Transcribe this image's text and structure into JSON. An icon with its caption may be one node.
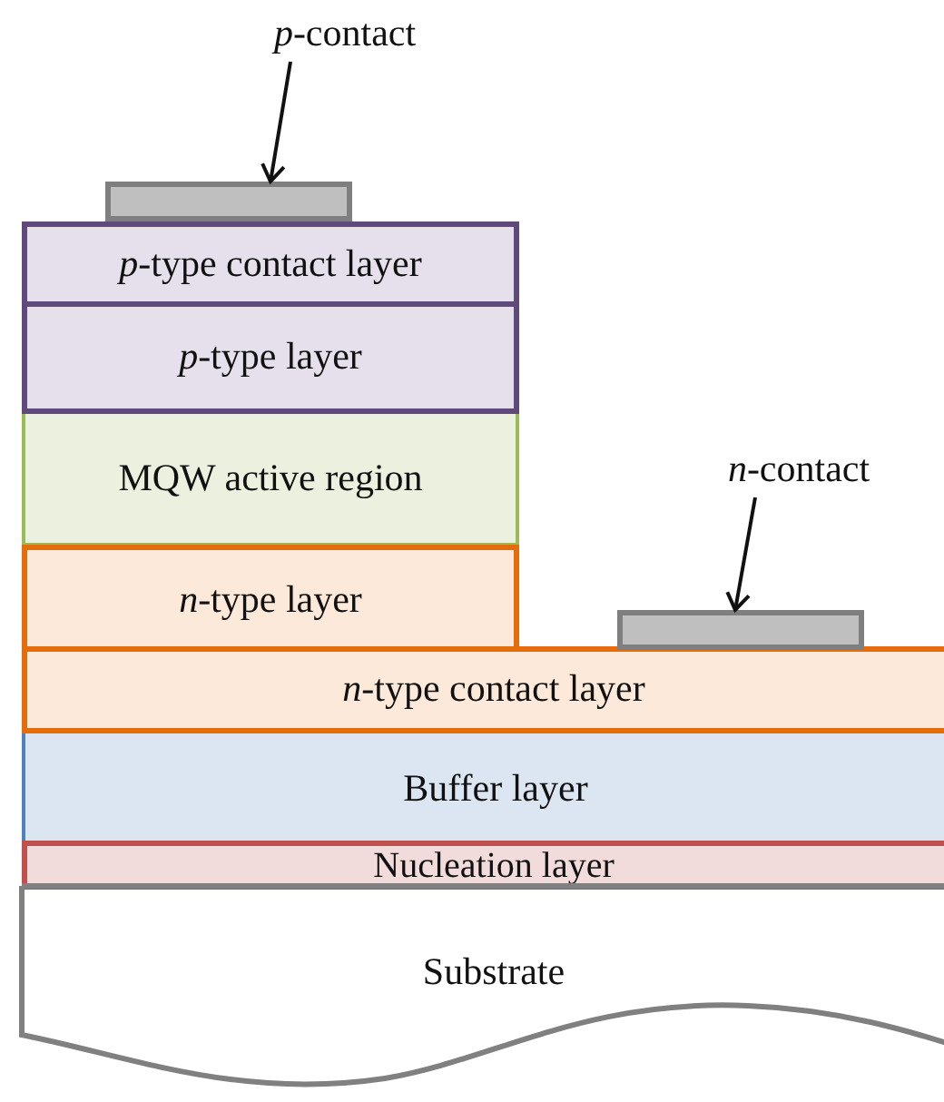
{
  "diagram": {
    "nodes": [
      {
        "text": [
          "*p*-contact"
        ]
      },
      {
        "text": [],
        "shape": "box"
      },
      {
        "text": [
          "*p*-type contact layer"
        ]
      },
      {
        "text": [
          "*p*-type layer"
        ]
      },
      {
        "text": [
          "MQW active region"
        ]
      },
      {
        "text": [
          "*n*-type layer"
        ]
      },
      {
        "text": [
          "*n*-contact"
        ]
      },
      {
        "text": [],
        "shape": "box"
      },
      {
        "text": [
          "*n*-type contact layer"
        ]
      },
      {
        "text": [
          "Buffer layer"
        ]
      },
      {
        "text": [
          "Nucleation layer"
        ]
      },
      {
        "text": [
          "Substrate"
        ]
      }
    ],
    "edges": [
      {
        "from": 0,
        "to": 1,
        "arrow": "to"
      },
      {
        "from": 6,
        "to": 7,
        "arrow": "to"
      }
    ]
  }
}
